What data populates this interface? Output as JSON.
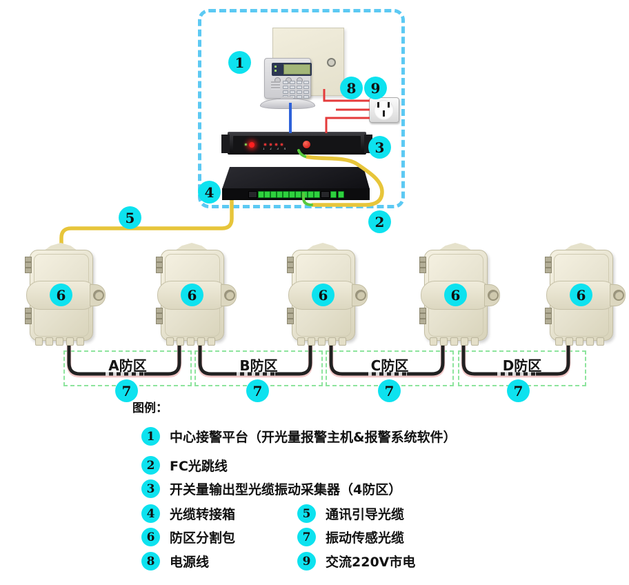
{
  "legend": {
    "title": "图例：",
    "items": [
      {
        "num": "1",
        "text": "中心接警平台（开光量报警主机&报警系统软件）"
      },
      {
        "num": "2",
        "text": "FC光跳线"
      },
      {
        "num": "3",
        "text": "开关量输出型光缆振动采集器（4防区）"
      },
      {
        "num": "4",
        "text": "光缆转接箱"
      },
      {
        "num": "5",
        "text": "通讯引导光缆"
      },
      {
        "num": "6",
        "text": "防区分割包"
      },
      {
        "num": "7",
        "text": "振动传感光缆"
      },
      {
        "num": "8",
        "text": "电源线"
      },
      {
        "num": "9",
        "text": "交流220V市电"
      }
    ]
  },
  "zones": [
    {
      "label": "A防区"
    },
    {
      "label": "B防区"
    },
    {
      "label": "C防区"
    },
    {
      "label": "D防区"
    }
  ],
  "diagram": {
    "markers": {
      "platform": "1",
      "fc_jumper": "2",
      "collector": "3",
      "patch_box": "4",
      "guide_cable": "5",
      "zone_splitter": "6",
      "sensor_cable": "7",
      "power_cord": "8",
      "mains": "9"
    },
    "device3_led_labels": "1 2 3 4"
  },
  "colors": {
    "cyan": "#0de2ef",
    "border-blue": "#5cc9f3",
    "zone-green": "#8de49d",
    "cable-yellow": "#e7c53a",
    "cable-green": "#58c93c",
    "cable-red": "#e43b3b",
    "cable-blue": "#2e62d9",
    "cable-black": "#212121",
    "box-beige": "#e9e5d2",
    "device-black": "#141414"
  }
}
